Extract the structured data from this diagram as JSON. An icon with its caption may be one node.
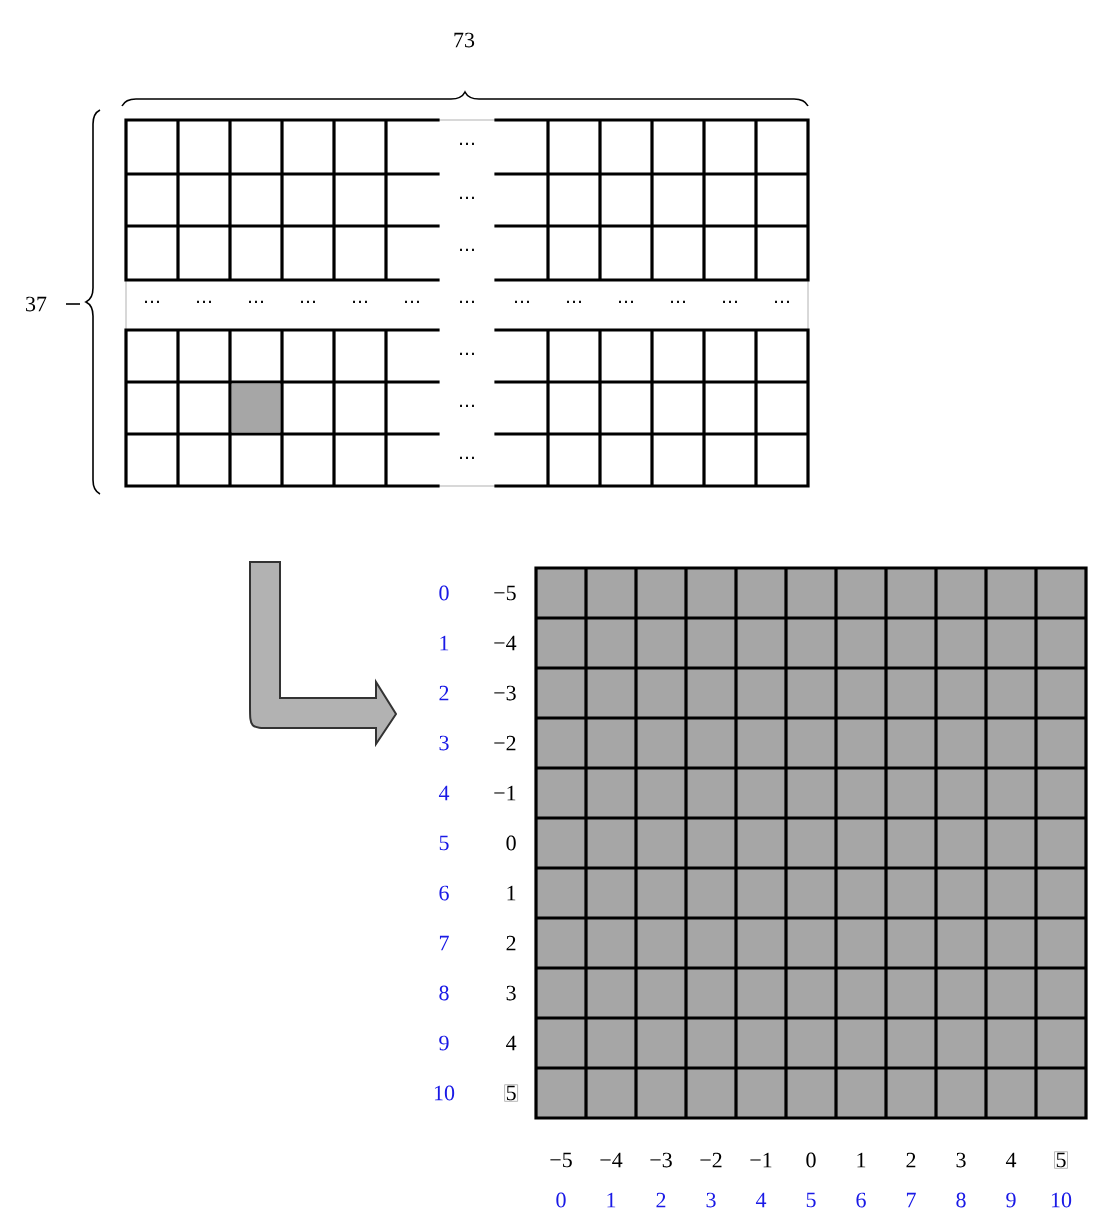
{
  "diagram": {
    "nodes": [
      {
        "text": [],
        "shape": "box"
      },
      {
        "text": [],
        "shape": "box"
      }
    ],
    "edges": [
      {
        "from": 0,
        "to": 1,
        "arrow": "to",
        "style": "thick"
      }
    ],
    "labels": [
      "73",
      "37",
      "⋯",
      "⋯",
      "⋯",
      "⋯",
      "⋯",
      "⋯",
      "⋯",
      "⋯",
      "⋯",
      "⋯",
      "⋯",
      "⋯",
      "⋯",
      "⋯",
      "⋯",
      "⋯",
      "⋯",
      "⋯",
      "⋯",
      "0",
      "−5",
      "1",
      "−4",
      "2",
      "−3",
      "3",
      "−2",
      "4",
      "−1",
      "5",
      "0",
      "6",
      "1",
      "7",
      "2",
      "8",
      "3",
      "9",
      "4",
      "10",
      "5",
      "−5",
      "−4",
      "−3",
      "−2",
      "−1",
      "0",
      "1",
      "2",
      "3",
      "4",
      "5",
      "0",
      "1",
      "2",
      "3",
      "4",
      "5",
      "6",
      "7",
      "8",
      "9",
      "10"
    ]
  }
}
